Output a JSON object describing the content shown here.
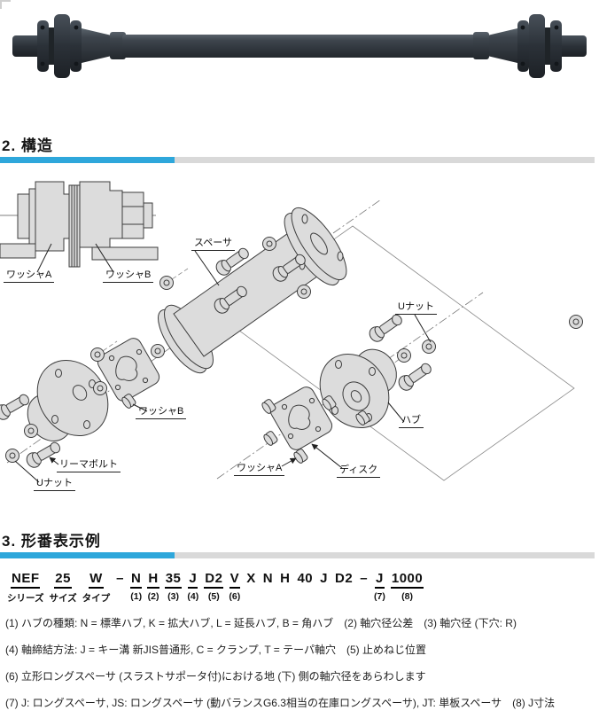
{
  "sections": {
    "structure": {
      "title": "2. 構造"
    },
    "model_example": {
      "title": "3. 形番表示例"
    }
  },
  "diagram": {
    "labels": {
      "spacer": "スペーサ",
      "u_nut": "Uナット",
      "hub": "ハブ",
      "washer_a": "ワッシャA",
      "washer_b": "ワッシャB",
      "disk": "ディスク",
      "reamer_bolt": "リーマボルト"
    }
  },
  "model_code": {
    "segments": [
      {
        "text": "NEF",
        "sub": "シリーズ",
        "u": true
      },
      {
        "text": "25",
        "sub": "サイズ",
        "u": true
      },
      {
        "text": "W",
        "sub": "タイプ",
        "u": true
      },
      {
        "text": "–",
        "sub": "",
        "u": false
      },
      {
        "text": "N",
        "sub": "(1)",
        "u": true
      },
      {
        "text": "H",
        "sub": "(2)",
        "u": true
      },
      {
        "text": "35",
        "sub": "(3)",
        "u": true
      },
      {
        "text": "J",
        "sub": "(4)",
        "u": true
      },
      {
        "text": "D2",
        "sub": "(5)",
        "u": true
      },
      {
        "text": "V",
        "sub": "(6)",
        "u": true
      },
      {
        "text": "X",
        "sub": "",
        "u": false
      },
      {
        "text": "N",
        "sub": "",
        "u": false
      },
      {
        "text": "H",
        "sub": "",
        "u": false
      },
      {
        "text": "40",
        "sub": "",
        "u": false
      },
      {
        "text": "J",
        "sub": "",
        "u": false
      },
      {
        "text": "D2",
        "sub": "",
        "u": false
      },
      {
        "text": "–",
        "sub": "",
        "u": false
      },
      {
        "text": "J",
        "sub": "(7)",
        "u": true
      },
      {
        "text": "1000",
        "sub": "(8)",
        "u": true
      }
    ]
  },
  "notes": [
    "(1) ハブの種類: N = 標準ハブ, K = 拡大ハブ, L = 延長ハブ, B = 角ハブ　(2) 軸穴径公差　(3) 軸穴径 (下穴: R)",
    "(4) 軸締結方法: J = キー溝 新JIS普通形, C = クランプ, T = テーパ軸穴　(5) 止めねじ位置",
    "(6) 立形ロングスペーサ (スラストサポータ付)における地 (下) 側の軸穴径をあらわします",
    "(7) J: ロングスペーサ, JS: ロングスペーサ (動バランスG6.3相当の在庫ロングスペーサ), JT: 単板スペーサ　(8) J寸法"
  ],
  "colors": {
    "accent_blue": "#2ea7db",
    "bar_gray": "#d9d9d9",
    "diagram_gray": "#dcdcdc",
    "product_dark": "#333a41"
  }
}
